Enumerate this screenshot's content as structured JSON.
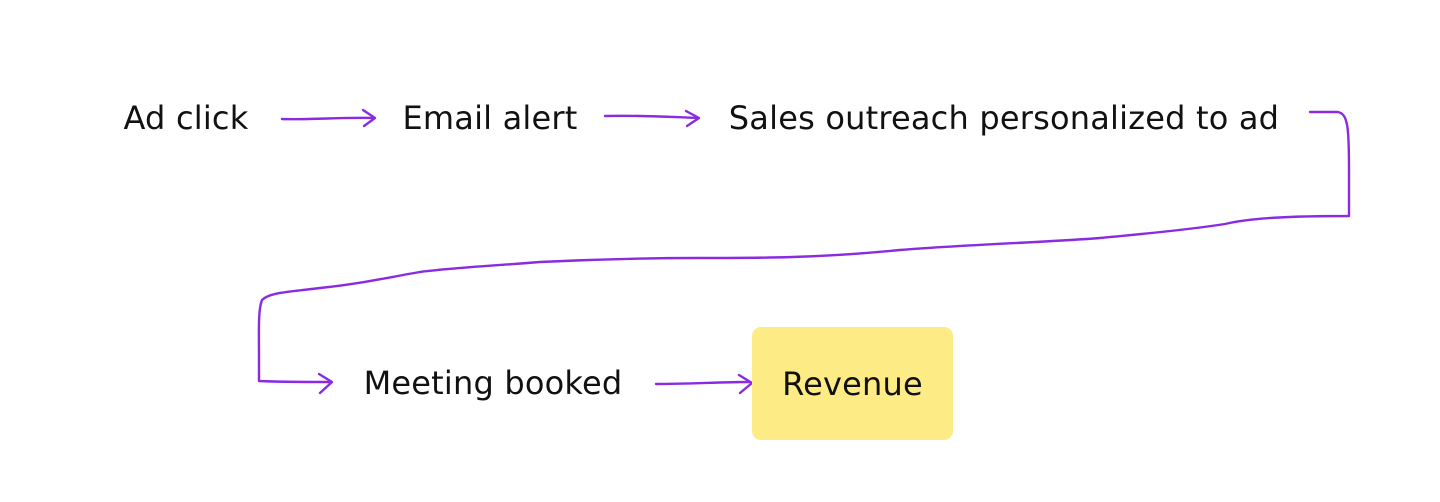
{
  "diagram": {
    "nodes": [
      {
        "id": "ad-click",
        "label": "Ad click",
        "highlight": false
      },
      {
        "id": "email-alert",
        "label": "Email alert",
        "highlight": false
      },
      {
        "id": "sales-outreach",
        "label": "Sales outreach personalized to ad",
        "highlight": false
      },
      {
        "id": "meeting-booked",
        "label": "Meeting booked",
        "highlight": false
      },
      {
        "id": "revenue",
        "label": "Revenue",
        "highlight": true
      }
    ],
    "edges": [
      {
        "from": "ad-click",
        "to": "email-alert"
      },
      {
        "from": "email-alert",
        "to": "sales-outreach"
      },
      {
        "from": "sales-outreach",
        "to": "meeting-booked"
      },
      {
        "from": "meeting-booked",
        "to": "revenue"
      }
    ]
  },
  "colors": {
    "arrow": "#8a2be2",
    "highlight_fill": "#fdeb86",
    "text": "#111111",
    "background": "#ffffff"
  }
}
